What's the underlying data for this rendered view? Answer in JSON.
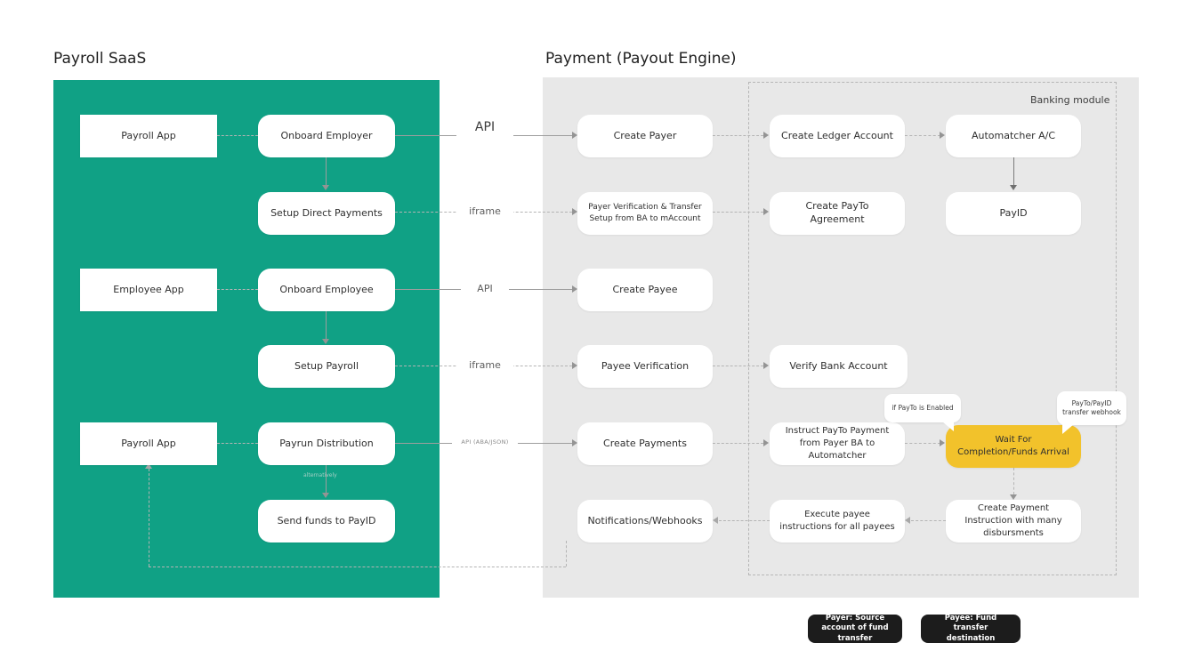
{
  "titles": {
    "left": "Payroll SaaS",
    "right": "Payment (Payout Engine)",
    "banking": "Banking module"
  },
  "colors": {
    "green_panel": "#10a185",
    "gray_panel": "#e8e8e8",
    "highlight_yellow": "#f2c22b",
    "tooltip_black": "#1c1c1c"
  },
  "nodes": {
    "payroll_app_1": "Payroll App",
    "employee_app": "Employee App",
    "payroll_app_2": "Payroll App",
    "onboard_employer": "Onboard Employer",
    "setup_direct_payments": "Setup Direct Payments",
    "onboard_employee": "Onboard Employee",
    "setup_payroll": "Setup Payroll",
    "payrun_distribution": "Payrun Distribution",
    "send_funds_to_payid": "Send funds to PayID",
    "create_payer": "Create Payer",
    "payer_verification": "Payer Verification & Transfer Setup from BA to mAccount",
    "create_payee": "Create Payee",
    "payee_verification": "Payee Verification",
    "create_payments": "Create Payments",
    "notifications_webhooks": "Notifications/Webhooks",
    "create_ledger_account": "Create Ledger Account",
    "create_payto_agreement": "Create PayTo Agreement",
    "verify_bank_account": "Verify Bank Account",
    "instruct_payto_payment": "Instruct PayTo Payment from Payer BA to Automatcher",
    "execute_payee_instructions": "Execute payee instructions for all payees",
    "automatcher_ac": "Automatcher A/C",
    "payid": "PayID",
    "wait_for_completion": "Wait For Completion/Funds Arrival",
    "create_payment_instruction": "Create Payment Instruction with many disbursments"
  },
  "connector_labels": {
    "api_1": "API",
    "iframe_1": "iframe",
    "api_2": "API",
    "iframe_2": "iframe",
    "api_aba_json": "API (ABA/JSON)",
    "alternatively": "alternatively"
  },
  "callouts": {
    "if_payto": "if PayTo is Enabled",
    "payto_webhook": "PayTo/PayID transfer webhook"
  },
  "legend": {
    "payer": "Payer: Source  account of fund transfer",
    "payee": "Payee: Fund transfer destination"
  }
}
